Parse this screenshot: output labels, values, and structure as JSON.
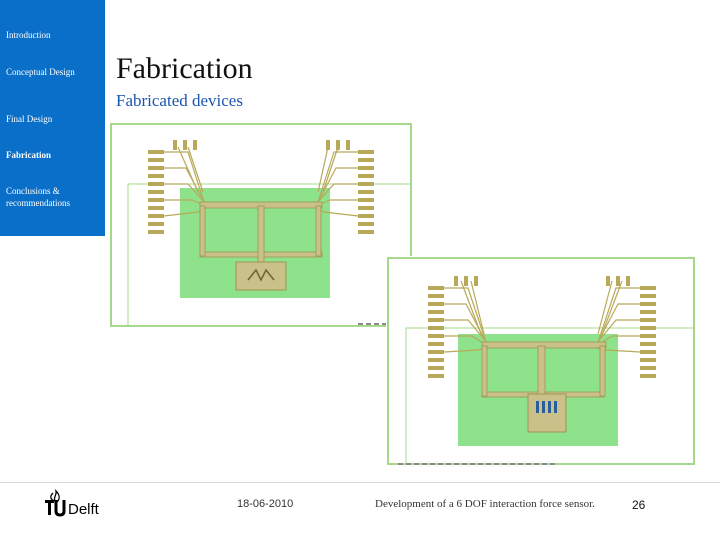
{
  "nav": {
    "items": [
      {
        "label": "Introduction",
        "active": false
      },
      {
        "label": "Conceptual Design",
        "active": false
      },
      {
        "label": "Final Design",
        "active": false
      },
      {
        "label": "Fabrication",
        "active": true
      },
      {
        "label": "Conclusions & recommendations",
        "active": false
      }
    ],
    "background": "#0a6fc8"
  },
  "slide": {
    "title": "Fabrication",
    "subtitle": "Fabricated devices"
  },
  "footer": {
    "logo_text": "TUDelft",
    "date": "18-06-2010",
    "description": "Development of a 6 DOF interaction force sensor.",
    "page_number": "26"
  },
  "colors": {
    "accent": "#0a6fc8",
    "pad": "#b8a95a",
    "pad_highlight": "#7ec95b",
    "membrane": "#8ee28b",
    "border": "#a5d88a"
  }
}
